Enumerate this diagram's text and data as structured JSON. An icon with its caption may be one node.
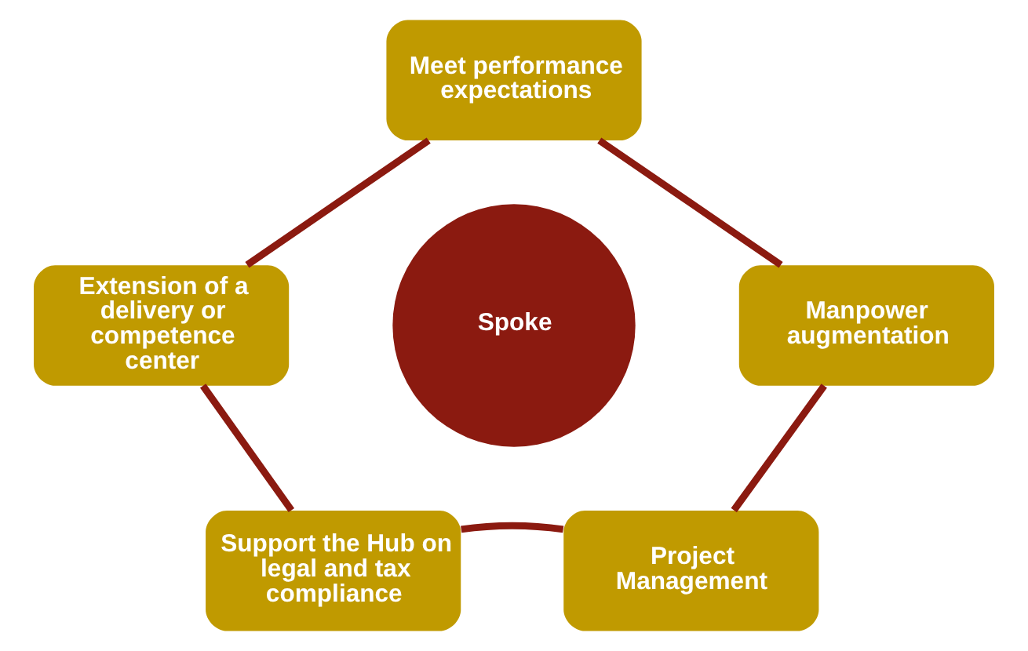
{
  "diagram": {
    "nodes": [
      {
        "text": [
          "Meet performance expectations"
        ]
      },
      {
        "text": [
          "Extension of a delivery or competence center"
        ]
      },
      {
        "text": [
          "Spoke"
        ]
      },
      {
        "text": [
          "Manpower augmentation"
        ]
      },
      {
        "text": [
          "Support the Hub on legal and tax compliance"
        ]
      },
      {
        "text": [
          "Project Management"
        ]
      }
    ],
    "edges": [
      {
        "from": 0,
        "to": 3,
        "arrow": "none"
      },
      {
        "from": 3,
        "to": 5,
        "arrow": "none"
      },
      {
        "from": 5,
        "to": 4,
        "arrow": "none"
      },
      {
        "from": 4,
        "to": 1,
        "arrow": "none"
      },
      {
        "from": 1,
        "to": 0,
        "arrow": "none"
      }
    ]
  }
}
